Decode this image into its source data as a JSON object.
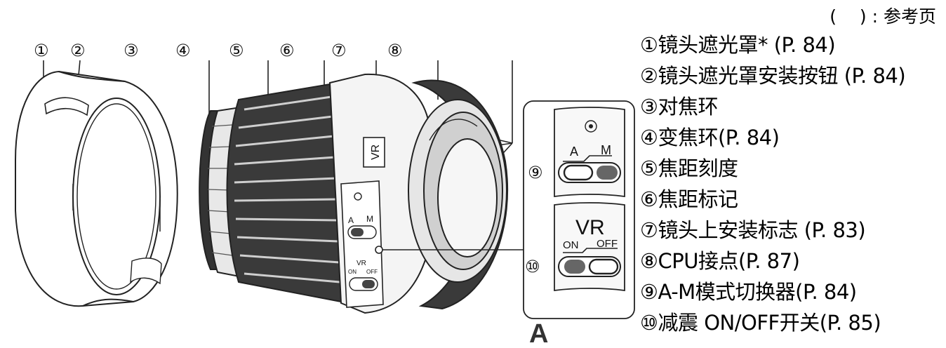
{
  "reference_note": "(　 ) : 参考页",
  "callout_numbers": [
    "①",
    "②",
    "③",
    "④",
    "⑤",
    "⑥",
    "⑦",
    "⑧",
    "⑨",
    "⑩"
  ],
  "panel_letter": "A",
  "lens_switch_labels": {
    "am_a": "A",
    "am_m": "M",
    "vr": "VR",
    "vr_on": "ON",
    "vr_off": "OFF"
  },
  "panel_labels": {
    "am_a": "A",
    "am_m": "M",
    "vr": "VR",
    "vr_on": "ON",
    "vr_off": "OFF"
  },
  "legend": [
    "①镜头遮光罩* (P. 84)",
    "②镜头遮光罩安装按钮 (P. 84)",
    "③对焦环",
    "④变焦环(P. 84)",
    "⑤焦距刻度",
    "⑥焦距标记",
    "⑦镜头上安装标志 (P. 83)",
    "⑧CPU接点(P. 87)",
    "⑨A-M模式切换器(P. 84)",
    "⑩减震 ON/OFF开关(P. 85)"
  ]
}
